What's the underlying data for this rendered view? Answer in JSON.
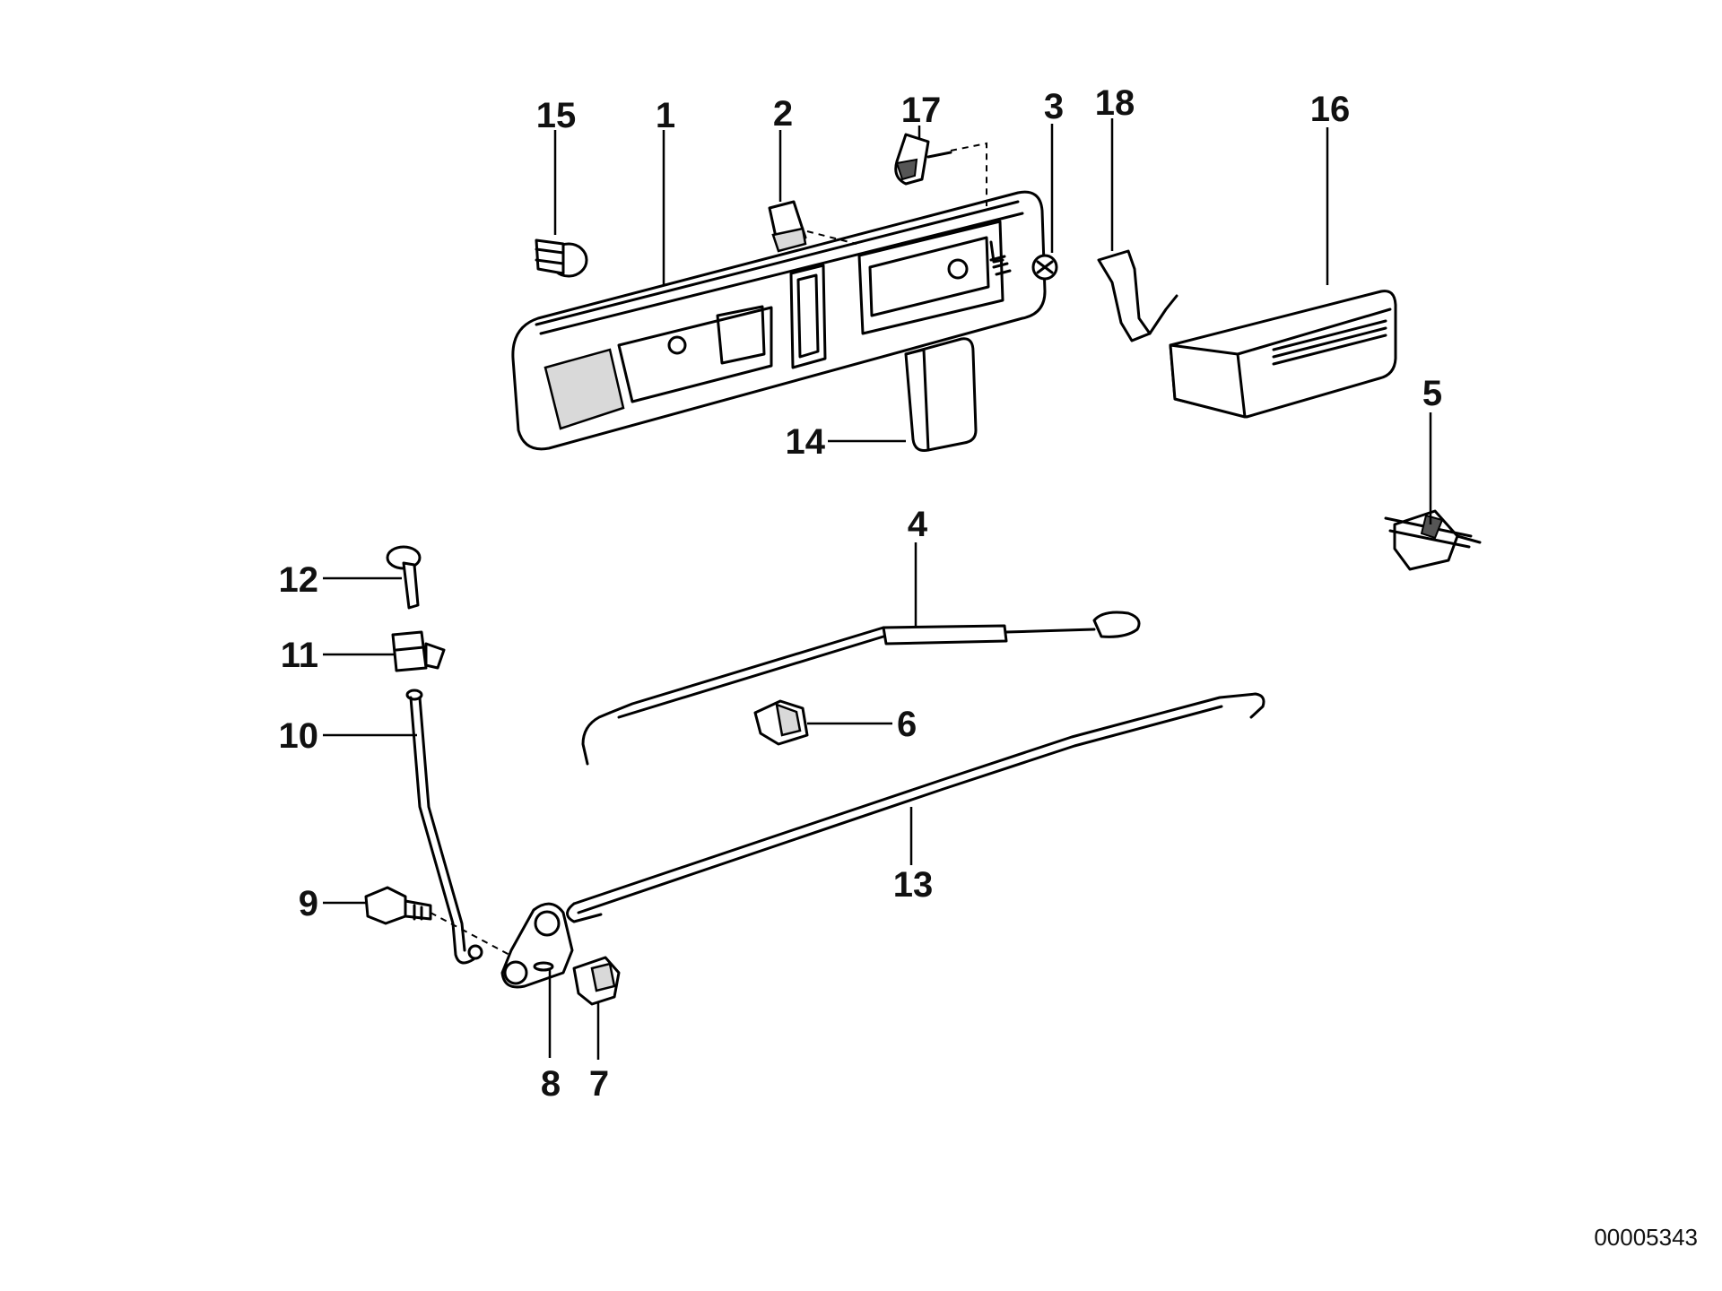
{
  "callouts": {
    "c1": "1",
    "c2": "2",
    "c3": "3",
    "c4": "4",
    "c5": "5",
    "c6": "6",
    "c7": "7",
    "c8": "8",
    "c9": "9",
    "c10": "10",
    "c11": "11",
    "c12": "12",
    "c13": "13",
    "c14": "14",
    "c15": "15",
    "c16": "16",
    "c17": "17",
    "c18": "18"
  },
  "document_number": "00005343"
}
